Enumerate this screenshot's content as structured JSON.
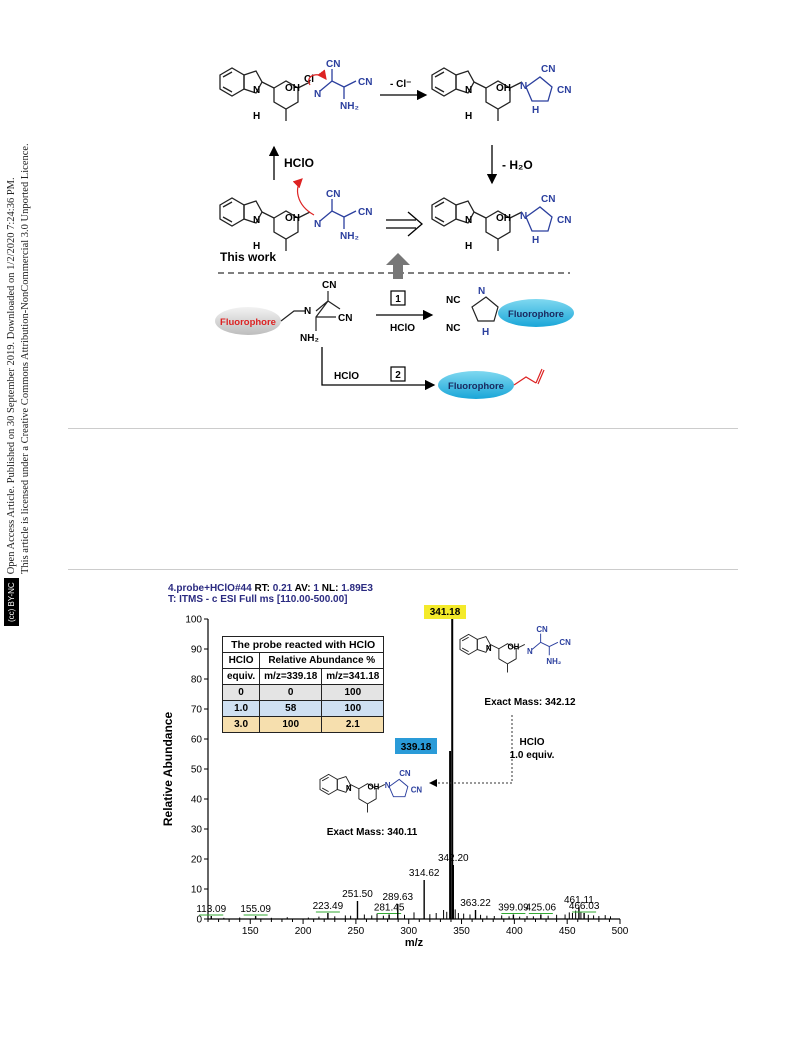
{
  "side_note": {
    "line1": "Open Access Article. Published on 30 September 2019. Downloaded on 1/2/2020 7:24:36 PM.",
    "line2": "This article is licensed under a Creative Commons Attribution-NonCommercial 3.0 Unported Licence.",
    "badge": "(cc) BY-NC"
  },
  "scheme": {
    "step_minus_cl": "- Cl⁻",
    "step_hclo_up": "HClO",
    "step_minus_h2o": "- H₂O",
    "this_work": "This work",
    "fluorophore": "Fluorophore",
    "route1_num": "1",
    "route1_reagent": "HClO",
    "route2_num": "2",
    "route2_reagent": "HClO",
    "cn": "CN",
    "nc": "NC",
    "nh2": "NH₂",
    "oh": "OH",
    "n": "N",
    "h": "H",
    "cl": "Cl"
  },
  "spectrum": {
    "header_line1_id": "4.probe+HClO#44",
    "header_rt_label": "RT:",
    "header_rt": "0.21",
    "header_av_label": "AV:",
    "header_av": "1",
    "header_nl_label": "NL:",
    "header_nl": "1.89E3",
    "header_line2": "T: ITMS - c ESI Full ms [110.00-500.00]",
    "table": {
      "caption": "The probe reacted with HClO",
      "col1_line1": "HClO",
      "col1_line2": "equiv.",
      "col_group": "Relative Abundance %",
      "col2": "m/z=339.18",
      "col3": "m/z=341.18",
      "rows": [
        {
          "equiv": "0",
          "a": "0",
          "b": "100"
        },
        {
          "equiv": "1.0",
          "a": "58",
          "b": "100"
        },
        {
          "equiv": "3.0",
          "a": "100",
          "b": "2.1"
        }
      ]
    },
    "probe_mass": "Exact Mass: 342.12",
    "product_mass": "Exact Mass: 340.11",
    "arrow_reagent": "HClO",
    "arrow_equiv": "1.0 equiv.",
    "highlight_341": "341.18",
    "highlight_339": "339.18"
  },
  "chart_data": {
    "type": "bar",
    "xlabel": "m/z",
    "ylabel": "Relative Abundance",
    "xlim": [
      110,
      500
    ],
    "ylim": [
      0,
      100
    ],
    "x_ticks": [
      150,
      200,
      250,
      300,
      350,
      400,
      450,
      500
    ],
    "y_ticks": [
      0,
      10,
      20,
      30,
      40,
      50,
      60,
      70,
      80,
      90,
      100
    ],
    "peaks": [
      {
        "mz": 113.09,
        "y": 1,
        "label": "113.09"
      },
      {
        "mz": 155.09,
        "y": 1,
        "label": "155.09"
      },
      {
        "mz": 223.49,
        "y": 2,
        "label": "223.49"
      },
      {
        "mz": 251.5,
        "y": 6,
        "label": "251.50"
      },
      {
        "mz": 281.45,
        "y": 1.5,
        "label": "281.45"
      },
      {
        "mz": 289.63,
        "y": 5,
        "label": "289.63"
      },
      {
        "mz": 314.62,
        "y": 13,
        "label": "314.62"
      },
      {
        "mz": 339.18,
        "y": 56,
        "label": "339.18"
      },
      {
        "mz": 341.18,
        "y": 100,
        "label": "341.18"
      },
      {
        "mz": 342.2,
        "y": 18,
        "label": "342.20"
      },
      {
        "mz": 363.22,
        "y": 3,
        "label": "363.22"
      },
      {
        "mz": 399.09,
        "y": 1.5,
        "label": "399.09"
      },
      {
        "mz": 425.06,
        "y": 1.5,
        "label": "425.06"
      },
      {
        "mz": 461.11,
        "y": 4,
        "label": "461.11"
      },
      {
        "mz": 466.03,
        "y": 2,
        "label": "466.03"
      }
    ],
    "noise": [
      [
        125,
        0.4
      ],
      [
        140,
        0.5
      ],
      [
        170,
        0.4
      ],
      [
        185,
        0.6
      ],
      [
        205,
        0.5
      ],
      [
        215,
        0.8
      ],
      [
        230,
        0.9
      ],
      [
        240,
        1.2
      ],
      [
        245,
        1.1
      ],
      [
        258,
        1.5
      ],
      [
        265,
        1.2
      ],
      [
        270,
        1.8
      ],
      [
        276,
        1.1
      ],
      [
        296,
        1.4
      ],
      [
        305,
        2.2
      ],
      [
        320,
        1.6
      ],
      [
        326,
        2.0
      ],
      [
        333,
        3.0
      ],
      [
        336,
        2.4
      ],
      [
        344,
        3.2
      ],
      [
        347,
        2.0
      ],
      [
        352,
        1.8
      ],
      [
        358,
        1.5
      ],
      [
        368,
        1.4
      ],
      [
        374,
        1.1
      ],
      [
        381,
        1.0
      ],
      [
        388,
        1.2
      ],
      [
        395,
        0.9
      ],
      [
        405,
        0.8
      ],
      [
        412,
        1.0
      ],
      [
        418,
        0.9
      ],
      [
        432,
        1.1
      ],
      [
        440,
        1.4
      ],
      [
        448,
        1.5
      ],
      [
        452,
        2.2
      ],
      [
        455,
        2.0
      ],
      [
        458,
        2.8
      ],
      [
        463,
        2.5
      ],
      [
        470,
        1.4
      ],
      [
        475,
        1.2
      ],
      [
        480,
        1.0
      ],
      [
        486,
        1.3
      ],
      [
        491,
        0.9
      ]
    ]
  }
}
